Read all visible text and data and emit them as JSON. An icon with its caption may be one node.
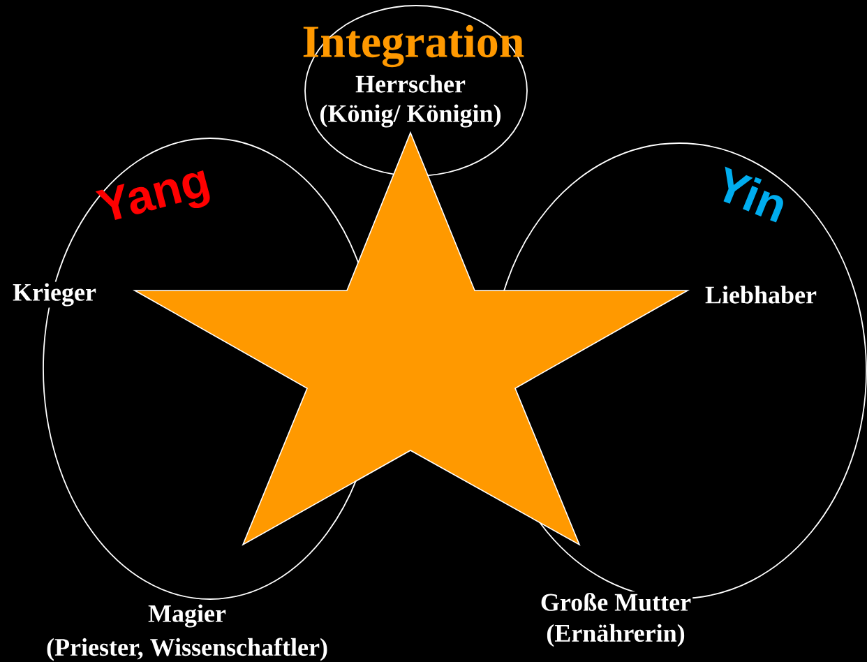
{
  "diagram": {
    "title": "Integration",
    "nodes": [
      {
        "text": [
          "Herrscher",
          "(König/ Königin)"
        ]
      },
      {
        "text": [
          "Yang"
        ]
      },
      {
        "text": [
          "Yin"
        ]
      },
      {
        "text": [],
        "shape": "star"
      }
    ],
    "labels": [
      "Krieger",
      "Liebhaber",
      "Magier",
      "(Priester, Wissenschaftler)",
      "Große Mutter",
      "(Ernährerin)"
    ]
  }
}
